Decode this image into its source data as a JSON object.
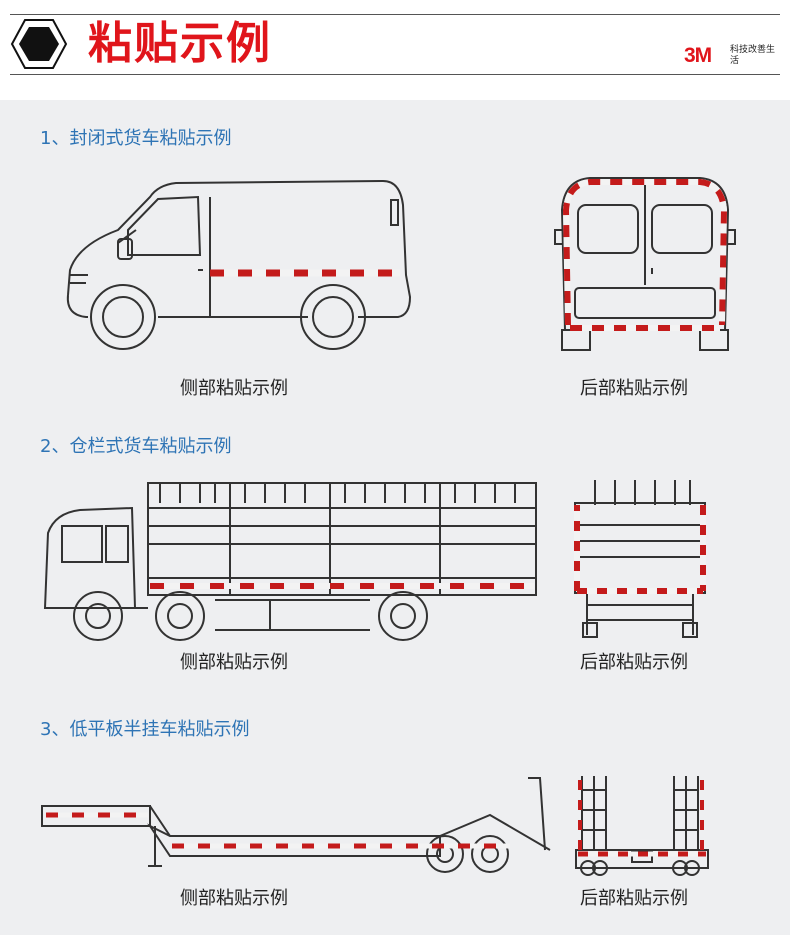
{
  "header": {
    "title": "粘贴示例",
    "logo_mark": "3M",
    "logo_slogan": "科技改善生活"
  },
  "sections": [
    {
      "title": "1、封闭式货车粘贴示例",
      "side_caption": "侧部粘贴示例",
      "rear_caption": "后部粘贴示例"
    },
    {
      "title": "2、仓栏式货车粘贴示例",
      "side_caption": "侧部粘贴示例",
      "rear_caption": "后部粘贴示例"
    },
    {
      "title": "3、低平板半挂车粘贴示例",
      "side_caption": "侧部粘贴示例",
      "rear_caption": "后部粘贴示例"
    }
  ],
  "colors": {
    "title_red": "#e0151b",
    "section_blue": "#2e74b5",
    "tape_red": "#c41b1b",
    "background": "#eeeff1"
  }
}
